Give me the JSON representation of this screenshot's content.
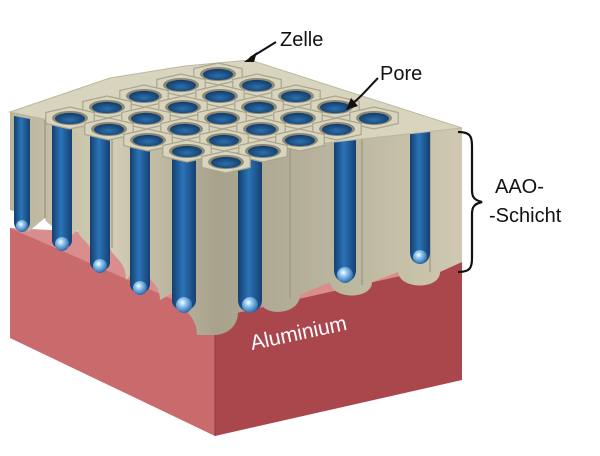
{
  "labels": {
    "cell": "Zelle",
    "pore": "Pore",
    "layer_line1": "AAO-",
    "layer_line2": "-Schicht",
    "substrate": "Aluminium"
  },
  "colors": {
    "oxide": "#d9d4bd",
    "oxide_shade": "#aaa58f",
    "oxide_dark": "#8e8a76",
    "pore": "#1f5e9c",
    "pore_dark": "#143f6f",
    "aluminium_front": "#c96a6d",
    "aluminium_side": "#a9474c",
    "aluminium_top": "#d98d8d",
    "annotation": "#111111"
  }
}
